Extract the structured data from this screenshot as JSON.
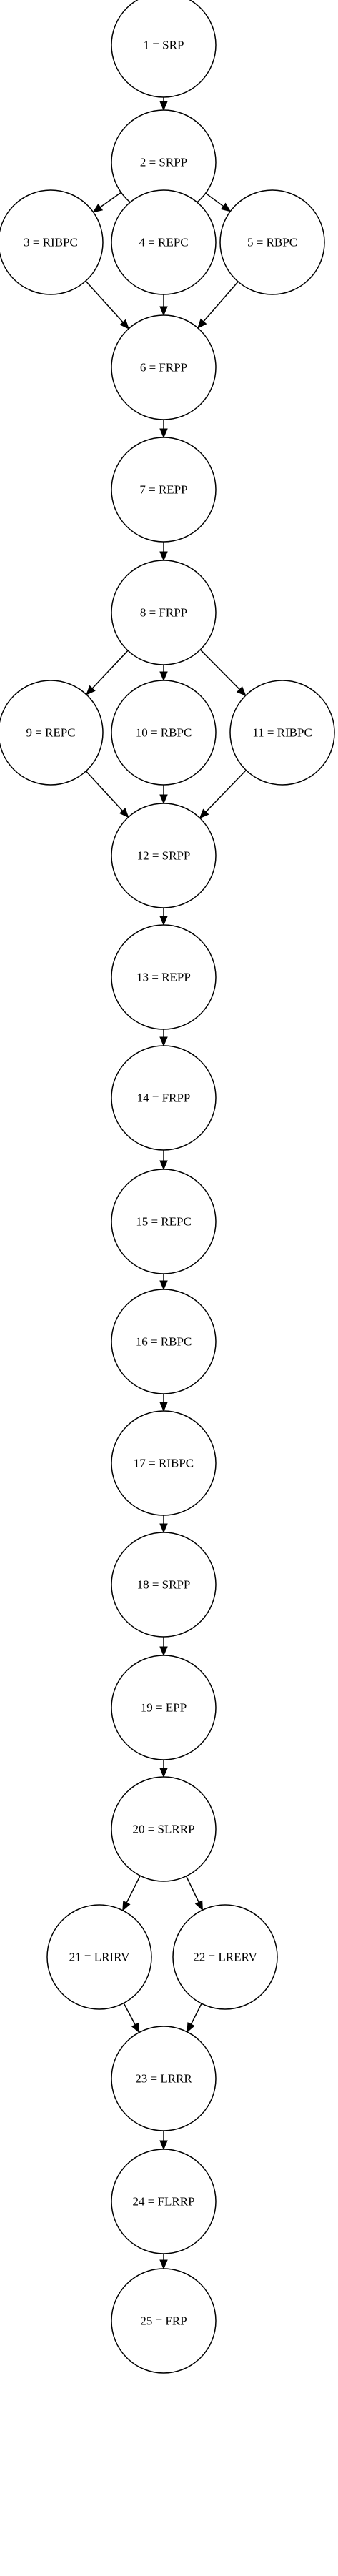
{
  "diagram": {
    "nodes": [
      {
        "id": 1,
        "label": "1 = SRP"
      },
      {
        "id": 2,
        "label": "2 = SRPP"
      },
      {
        "id": 3,
        "label": "3 = RIBPC"
      },
      {
        "id": 4,
        "label": "4 = REPC"
      },
      {
        "id": 5,
        "label": "5 = RBPC"
      },
      {
        "id": 6,
        "label": "6 = FRPP"
      },
      {
        "id": 7,
        "label": "7 = REPP"
      },
      {
        "id": 8,
        "label": "8 = FRPP"
      },
      {
        "id": 9,
        "label": "9 = REPC"
      },
      {
        "id": 10,
        "label": "10 = RBPC"
      },
      {
        "id": 11,
        "label": "11 = RIBPC"
      },
      {
        "id": 12,
        "label": "12 = SRPP"
      },
      {
        "id": 13,
        "label": "13 = REPP"
      },
      {
        "id": 14,
        "label": "14 = FRPP"
      },
      {
        "id": 15,
        "label": "15 = REPC"
      },
      {
        "id": 16,
        "label": "16 = RBPC"
      },
      {
        "id": 17,
        "label": "17 = RIBPC"
      },
      {
        "id": 18,
        "label": "18 = SRPP"
      },
      {
        "id": 19,
        "label": "19 = EPP"
      },
      {
        "id": 20,
        "label": "20 = SLRRP"
      },
      {
        "id": 21,
        "label": "21 = LRIRV"
      },
      {
        "id": 22,
        "label": "22 = LRERV"
      },
      {
        "id": 23,
        "label": "23 = LRRR"
      },
      {
        "id": 24,
        "label": "24 = FLRRP"
      },
      {
        "id": 25,
        "label": "25 = FRP"
      }
    ],
    "edges": [
      [
        1,
        2
      ],
      [
        2,
        3
      ],
      [
        2,
        4
      ],
      [
        2,
        5
      ],
      [
        3,
        6
      ],
      [
        4,
        6
      ],
      [
        5,
        6
      ],
      [
        6,
        7
      ],
      [
        7,
        8
      ],
      [
        8,
        9
      ],
      [
        8,
        10
      ],
      [
        8,
        11
      ],
      [
        9,
        12
      ],
      [
        10,
        12
      ],
      [
        11,
        12
      ],
      [
        12,
        13
      ],
      [
        13,
        14
      ],
      [
        14,
        15
      ],
      [
        15,
        16
      ],
      [
        16,
        17
      ],
      [
        17,
        18
      ],
      [
        18,
        19
      ],
      [
        19,
        20
      ],
      [
        20,
        21
      ],
      [
        20,
        22
      ],
      [
        21,
        23
      ],
      [
        22,
        23
      ],
      [
        23,
        24
      ],
      [
        24,
        25
      ]
    ]
  }
}
